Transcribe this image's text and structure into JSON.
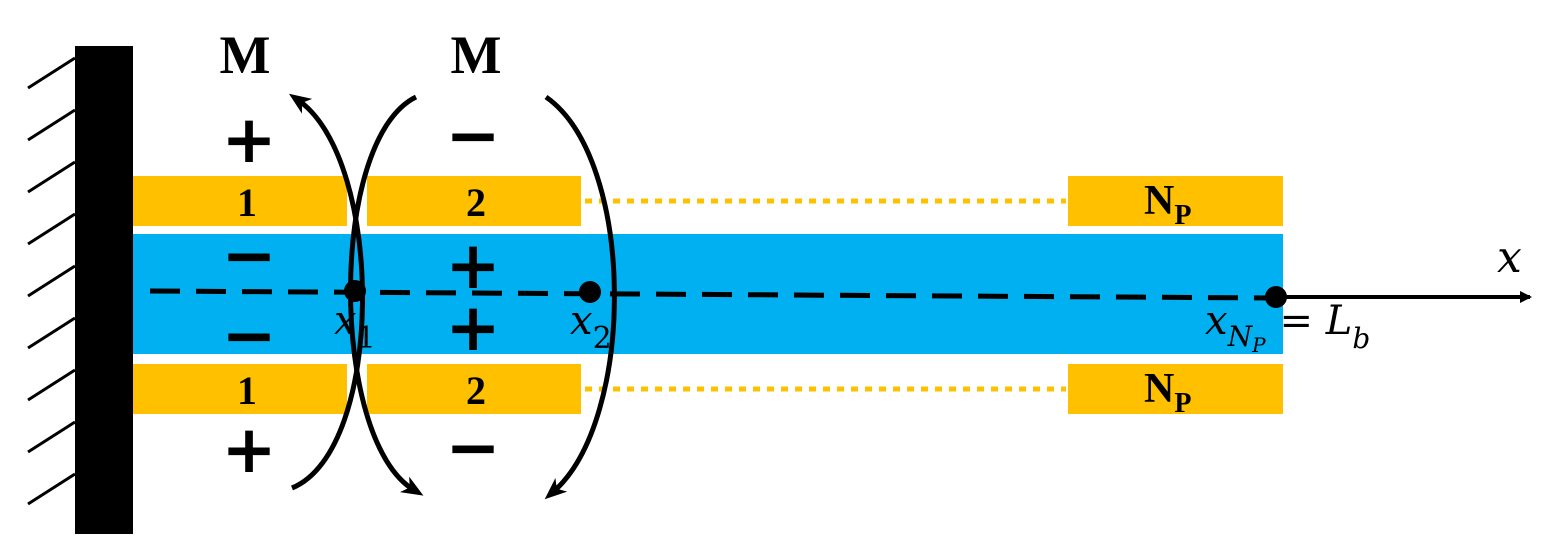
{
  "moments": {
    "label_left": "M",
    "label_right": "M"
  },
  "patches": {
    "top": [
      "1",
      "2"
    ],
    "bottom": [
      "1",
      "2"
    ],
    "last_top_main": "N",
    "last_top_sub": "P",
    "last_bottom_main": "N",
    "last_bottom_sub": "P"
  },
  "signs": {
    "seg1_top_patch": "+",
    "seg1_beam_upper": "−",
    "seg1_beam_lower": "−",
    "seg1_bottom_patch": "+",
    "seg2_top_patch": "−",
    "seg2_beam_upper": "+",
    "seg2_beam_lower": "+",
    "seg2_bottom_patch": "−"
  },
  "points": {
    "x1_main": "x",
    "x1_sub": "1",
    "x2_main": "x",
    "x2_sub": "2",
    "xn_main": "x",
    "xn_sub": "N",
    "xn_subsub": "P",
    "xn_eq": "= L",
    "xn_eq_sub": "b"
  },
  "axis": {
    "label": "x"
  },
  "colors": {
    "patch": "#FFC000",
    "beam": "#00B0F0",
    "wall": "#000000",
    "line": "#000000"
  }
}
